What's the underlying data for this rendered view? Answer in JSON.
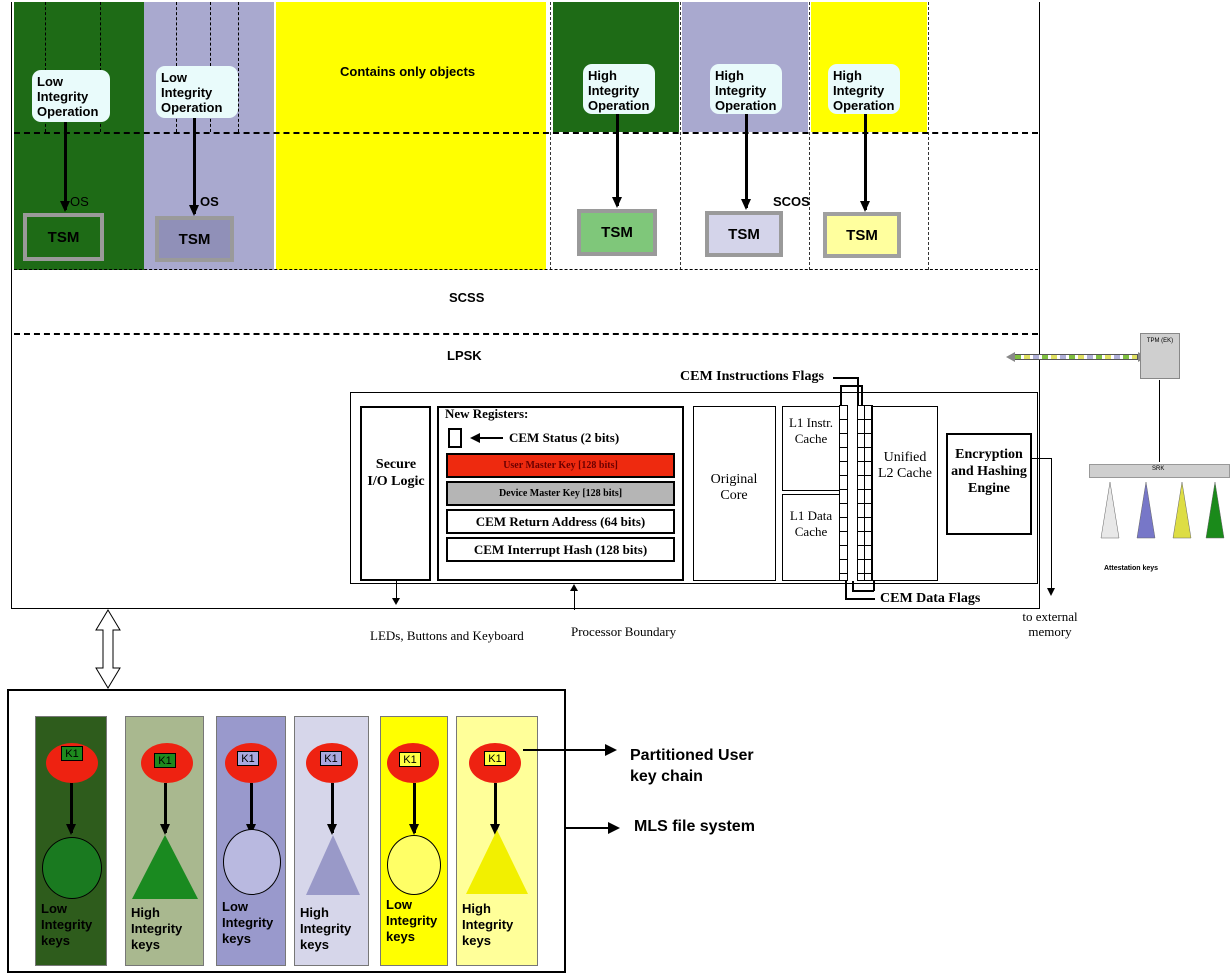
{
  "top_panels": {
    "panel1_op": "Low Integrity Operation",
    "panel2_op": "Low Integrity Operation",
    "objects_label": "Contains only objects",
    "panel4_op": "High Integrity Operation",
    "panel5_op": "High Integrity Operation",
    "panel6_op": "High Integrity Operation",
    "os1": "OS",
    "os2": "OS",
    "scos": "SCOS",
    "tsm": "TSM"
  },
  "layers": {
    "scss": "SCSS",
    "lpsk": "LPSK"
  },
  "processor": {
    "instr_flags": "CEM Instructions Flags",
    "data_flags": "CEM Data Flags",
    "secure_io": "Secure I/O Logic",
    "new_registers": "New Registers:",
    "cem_status": "CEM Status (2 bits)",
    "user_master_key": "User Master Key [128 bits]",
    "device_master_key": "Device Master Key [128 bits]",
    "cem_return": "CEM Return Address (64 bits)",
    "cem_interrupt": "CEM Interrupt Hash (128 bits)",
    "original_core": "Original Core",
    "l1_instr": "L1 Instr. Cache",
    "l1_data": "L1 Data Cache",
    "unified_l2": "Unified L2 Cache",
    "enc_engine": "Encryption and Hashing Engine",
    "leds": "LEDs, Buttons and Keyboard",
    "boundary": "Processor Boundary",
    "to_memory": "to external memory"
  },
  "tpm": {
    "tpm_label": "TPM (EK)",
    "srk": "SRK",
    "attestation": "Attestation keys"
  },
  "keychain": {
    "k1": "K1",
    "col_labels": [
      "Low Integrity keys",
      "High Integrity keys",
      "Low Integrity keys",
      "High Integrity keys",
      "Low Integrity keys",
      "High Integrity keys"
    ],
    "partitioned": "Partitioned User key chain",
    "mls": "MLS file system"
  },
  "colors": {
    "dark_green": "#1e6b16",
    "lavender": "#a9a9cf",
    "yellow": "#ffff00",
    "user_master_key": "#ee2a0f",
    "device_master_key": "#b5b5b5"
  }
}
